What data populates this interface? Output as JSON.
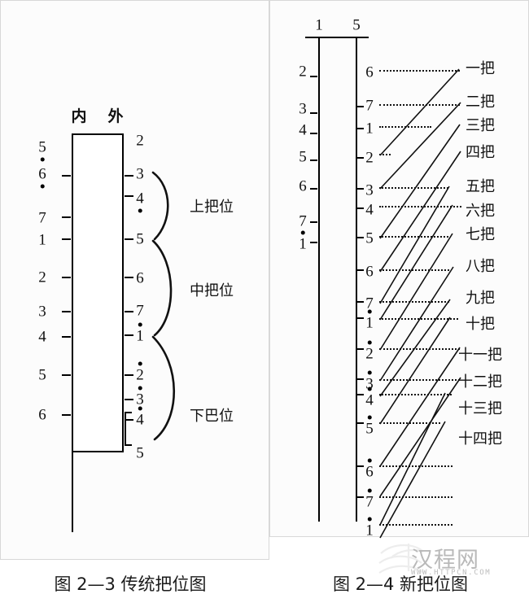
{
  "figure": {
    "left": {
      "caption": "图 2—3  传统把位图",
      "headers": {
        "inner": "内",
        "outer": "外"
      },
      "inner_scale": [
        {
          "label": "5",
          "dot": "low"
        },
        {
          "label": "6",
          "dot": "low"
        },
        {
          "label": "7",
          "dot": "none"
        },
        {
          "label": "1",
          "dot": "none"
        },
        {
          "label": "2",
          "dot": "none"
        },
        {
          "label": "3",
          "dot": "none"
        },
        {
          "label": "4",
          "dot": "none"
        },
        {
          "label": "5",
          "dot": "none"
        },
        {
          "label": "6",
          "dot": "none"
        }
      ],
      "outer_scale": [
        {
          "label": "2",
          "dot": "none"
        },
        {
          "label": "3",
          "dot": "none"
        },
        {
          "label": "4",
          "dot": "low"
        },
        {
          "label": "5",
          "dot": "none"
        },
        {
          "label": "6",
          "dot": "none"
        },
        {
          "label": "7",
          "dot": "none"
        },
        {
          "label": "1",
          "dot": "high"
        },
        {
          "label": "2",
          "dot": "high"
        },
        {
          "label": "3",
          "dot": "high"
        },
        {
          "label": "4",
          "dot": "high"
        },
        {
          "label": "5",
          "dot": "none"
        }
      ],
      "brace_labels": [
        "上把位",
        "中把位",
        "下巴位"
      ]
    },
    "right": {
      "caption": "图 2—4  新把位图",
      "headers": {
        "string_inner": "1",
        "string_outer": "5"
      },
      "inner_scale": [
        {
          "label": "2",
          "dot": "none"
        },
        {
          "label": "3",
          "dot": "none"
        },
        {
          "label": "4",
          "dot": "none"
        },
        {
          "label": "5",
          "dot": "none"
        },
        {
          "label": "6",
          "dot": "none"
        },
        {
          "label": "7",
          "dot": "none"
        },
        {
          "label": "1",
          "dot": "high"
        }
      ],
      "outer_scale": [
        {
          "label": "6",
          "dot": "none"
        },
        {
          "label": "7",
          "dot": "none"
        },
        {
          "label": "1",
          "dot": "none"
        },
        {
          "label": "2",
          "dot": "none"
        },
        {
          "label": "3",
          "dot": "none"
        },
        {
          "label": "4",
          "dot": "none"
        },
        {
          "label": "5",
          "dot": "none"
        },
        {
          "label": "6",
          "dot": "none"
        },
        {
          "label": "7",
          "dot": "none"
        },
        {
          "label": "1",
          "dot": "high"
        },
        {
          "label": "2",
          "dot": "high"
        },
        {
          "label": "3",
          "dot": "high"
        },
        {
          "label": "4",
          "dot": "high"
        },
        {
          "label": "5",
          "dot": "high"
        },
        {
          "label": "6",
          "dot": "high"
        },
        {
          "label": "7",
          "dot": "high"
        },
        {
          "label": "1",
          "dot": "high"
        }
      ],
      "position_labels": [
        "一把",
        "二把",
        "三把",
        "四把",
        "五把",
        "六把",
        "七把",
        "八把",
        "九把",
        "十把",
        "十一把",
        "十二把",
        "十三把",
        "十四把"
      ]
    }
  },
  "watermark": {
    "text": "汉程网",
    "url": "WWW.HTTPCN.COM"
  },
  "colors": {
    "ink": "#111111",
    "panel_border": "#d8d8d8",
    "watermark": "#bdbdbd"
  }
}
